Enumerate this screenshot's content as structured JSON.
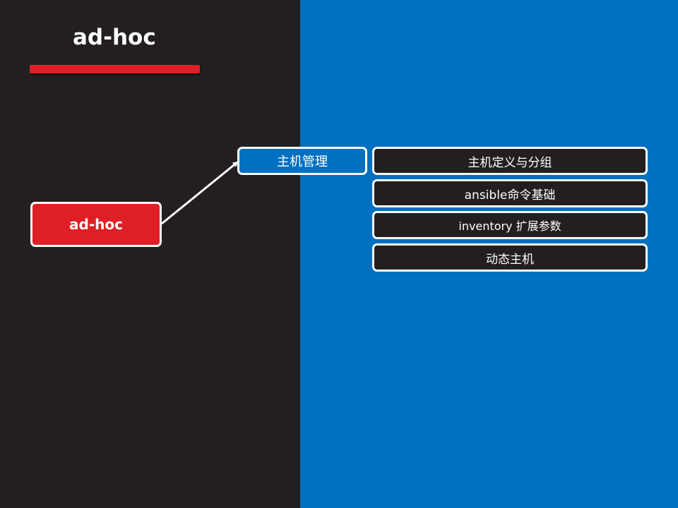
{
  "slide": {
    "title": "ad-hoc",
    "colors": {
      "left_background": "#231f20",
      "right_background": "#0070c0",
      "accent_red": "#df1f26",
      "node_border": "#ffffff"
    }
  },
  "mindmap": {
    "root": "ad-hoc",
    "branch": "主机管理",
    "leaves": [
      "主机定义与分组",
      "ansible命令基础",
      "inventory 扩展参数",
      "动态主机"
    ]
  }
}
